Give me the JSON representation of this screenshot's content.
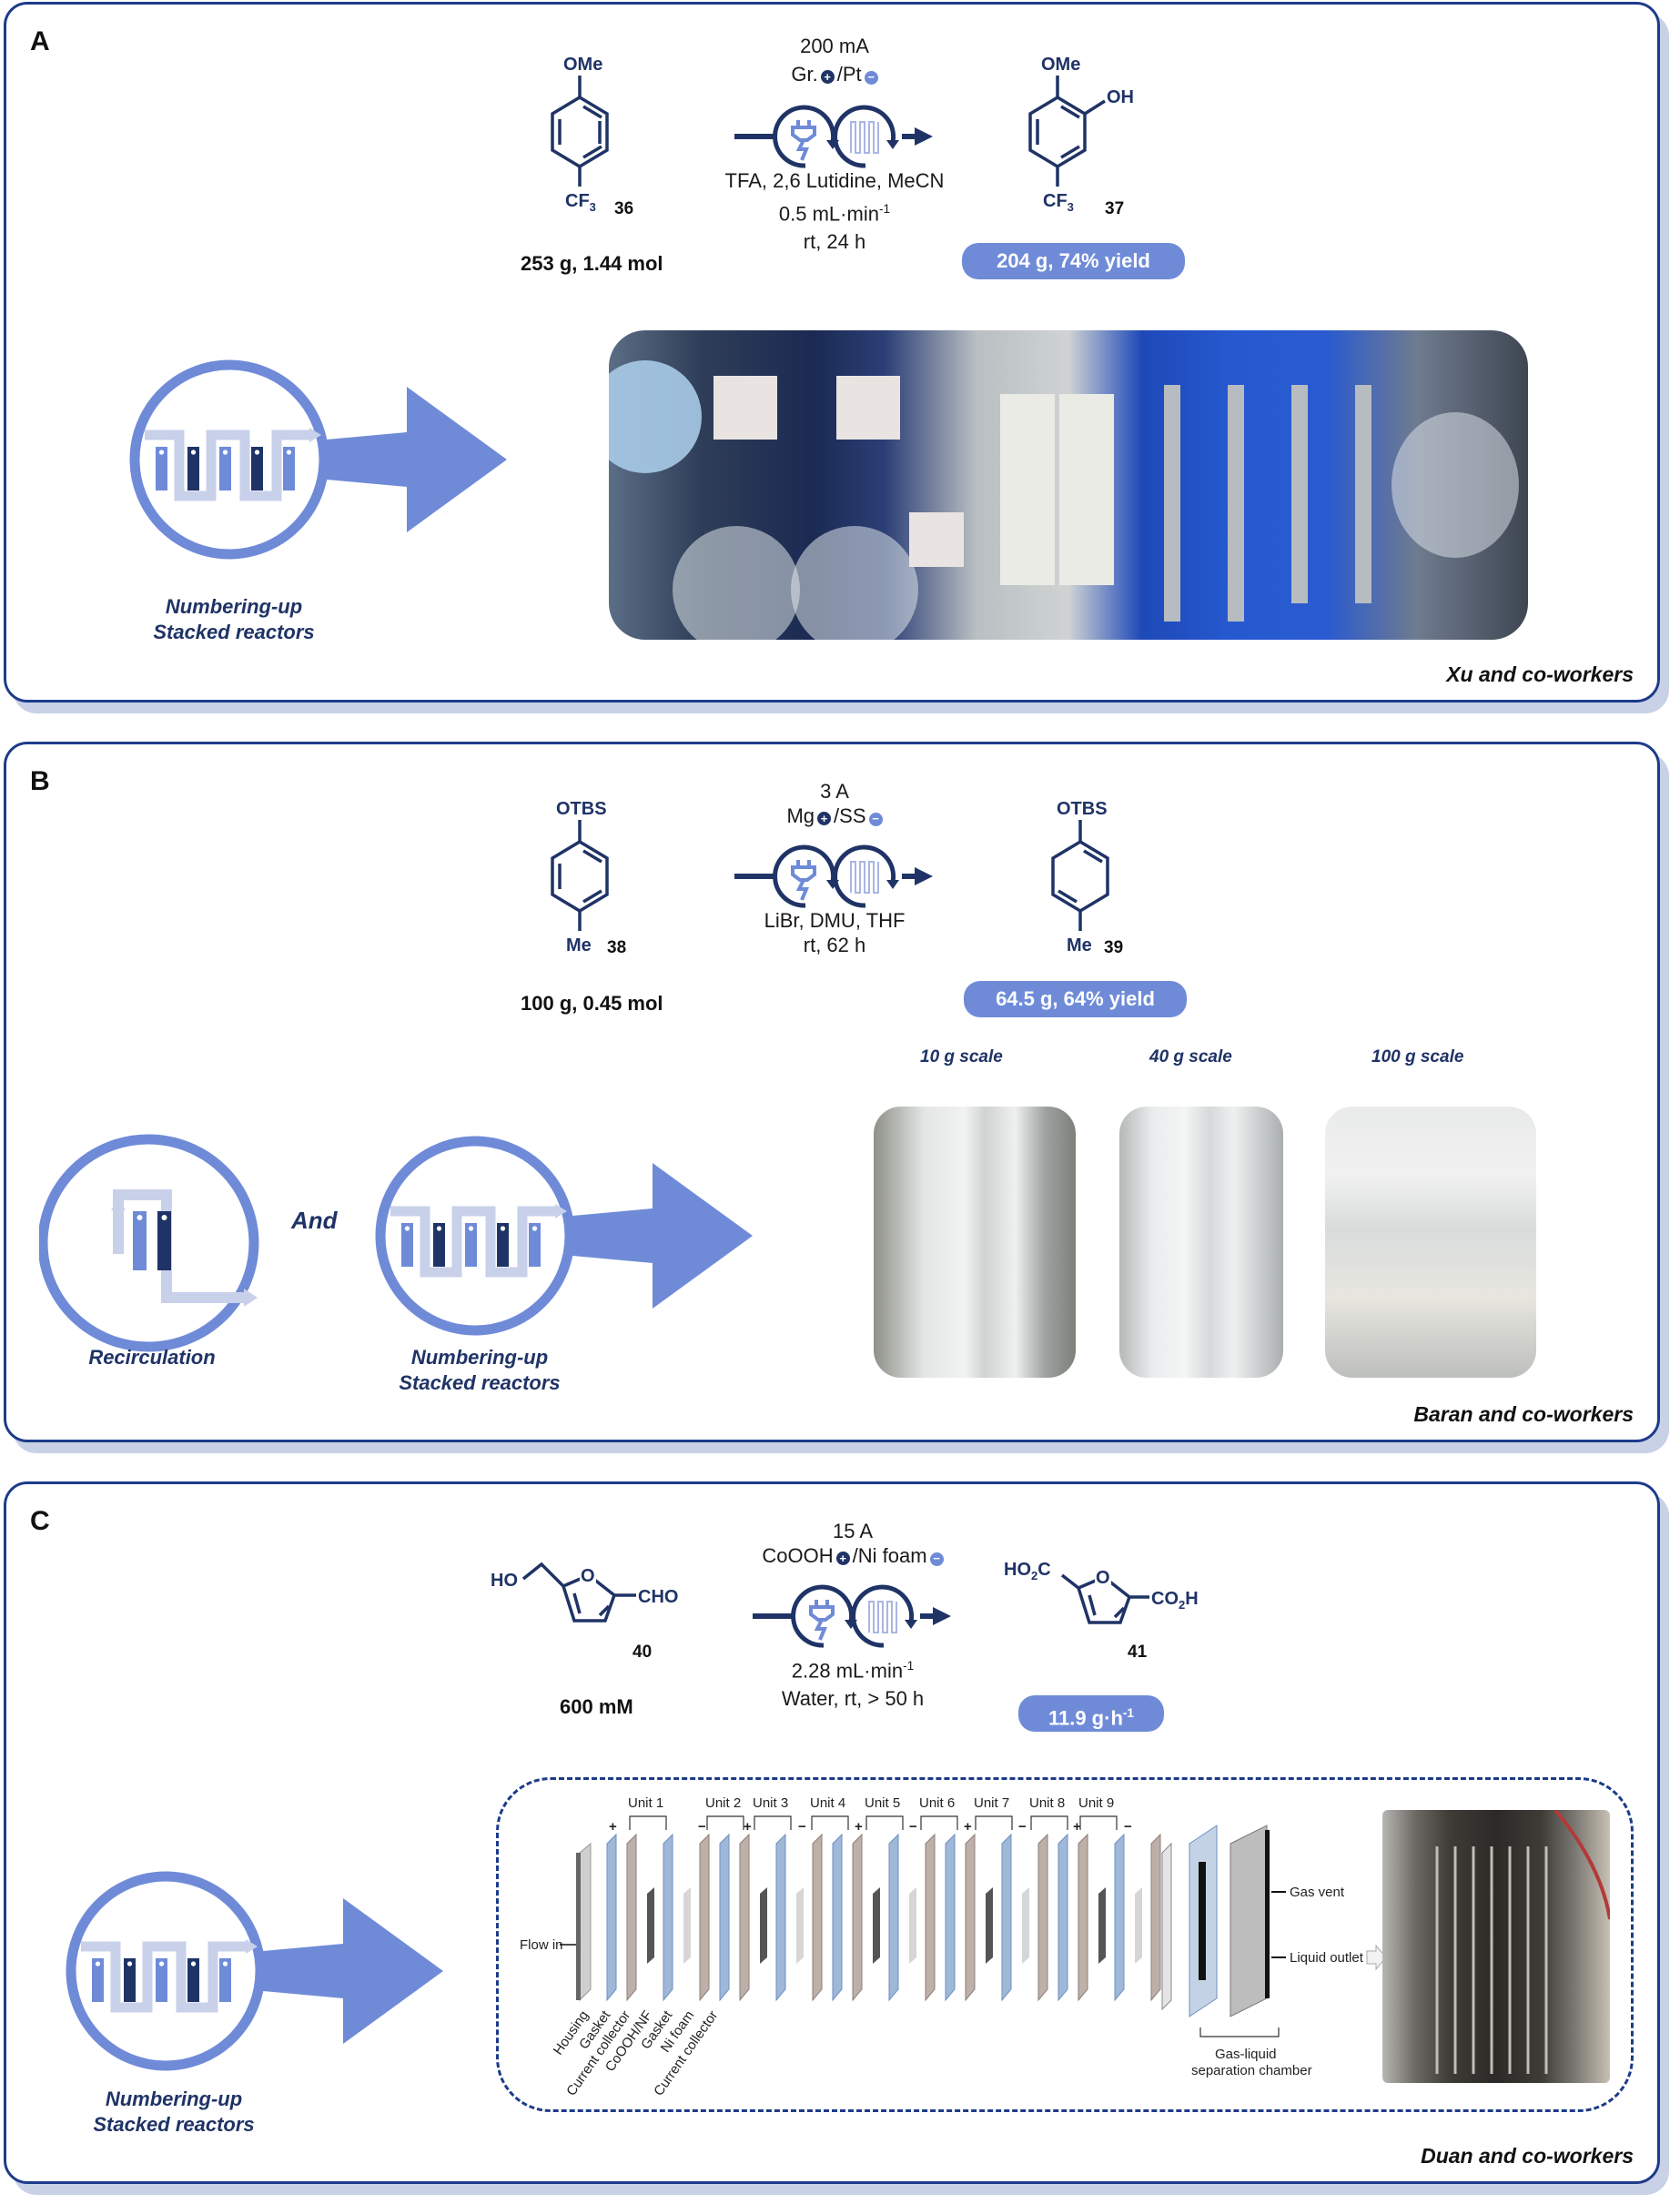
{
  "panels": {
    "A": {
      "label": "A",
      "credit": "Xu and co-workers",
      "reactant": {
        "substituent_top": "OMe",
        "substituent_bottom": "CF3",
        "id": "36",
        "amount": "253 g, 1.44 mol"
      },
      "product": {
        "substituent_top": "OMe",
        "substituent_side": "OH",
        "substituent_bottom": "CF3",
        "id": "37",
        "yield": "204 g, 74% yield"
      },
      "conditions": {
        "current": "200 mA",
        "electrodes": {
          "anode": "Gr.",
          "cathode": "/Pt"
        },
        "reagents": "TFA, 2,6 Lutidine, MeCN",
        "flow_rate": "0.5 mL·min",
        "flow_rate_exp": "-1",
        "time": "rt, 24 h"
      },
      "strategy": {
        "line1": "Numbering-up",
        "line2": "Stacked reactors"
      },
      "photo": "stacked-reactor-setup-photo"
    },
    "B": {
      "label": "B",
      "credit": "Baran and co-workers",
      "reactant": {
        "substituent_top": "OTBS",
        "substituent_bottom": "Me",
        "id": "38",
        "amount": "100 g, 0.45 mol"
      },
      "product": {
        "substituent_top": "OTBS",
        "substituent_bottom": "Me",
        "id": "39",
        "yield": "64.5 g, 64% yield"
      },
      "conditions": {
        "current": "3 A",
        "electrodes": {
          "anode": "Mg",
          "cathode": "/SS"
        },
        "reagents": "LiBr, DMU, THF",
        "time": "rt, 62 h"
      },
      "strategies": [
        {
          "label": "Recirculation"
        },
        {
          "line1": "Numbering-up",
          "line2": "Stacked reactors"
        }
      ],
      "connector": "And",
      "scales": [
        "10 g scale",
        "40 g scale",
        "100 g scale"
      ]
    },
    "C": {
      "label": "C",
      "credit": "Duan and co-workers",
      "reactant": {
        "left": "HO",
        "ring_atom": "O",
        "right": "CHO",
        "id": "40",
        "amount": "600 mM"
      },
      "product": {
        "left": "HO2C",
        "ring_atom": "O",
        "right": "CO2H",
        "id": "41",
        "yield": "11.9 g·h",
        "yield_exp": "-1"
      },
      "conditions": {
        "current": "15 A",
        "electrodes": {
          "anode": "CoOOH",
          "cathode": "/Ni foam"
        },
        "flow_rate": "2.28 mL·min",
        "flow_rate_exp": "-1",
        "time": "Water, rt, > 50 h"
      },
      "strategy": {
        "line1": "Numbering-up",
        "line2": "Stacked reactors"
      },
      "diagram": {
        "units": [
          "Unit 1",
          "Unit 2",
          "Unit 3",
          "Unit 4",
          "Unit 5",
          "Unit 6",
          "Unit 7",
          "Unit 8",
          "Unit 9"
        ],
        "polarity": [
          "+",
          "−",
          "+",
          "−",
          "+",
          "−",
          "+",
          "−",
          "+",
          "−"
        ],
        "flow_in": "Flow in",
        "gas_vent": "Gas vent",
        "liquid_outlet": "Liquid outlet",
        "chamber_line1": "Gas-liquid",
        "chamber_line2": "separation chamber",
        "component_labels": [
          "Housing",
          "Gasket",
          "Current collector",
          "CoOOH/NF",
          "Gasket",
          "Ni foam",
          "Current collector"
        ]
      }
    }
  },
  "colors": {
    "navy": "#1f3366",
    "border": "#1d3b8a",
    "accent": "#6f8bd8",
    "light_accent": "#c9d0ea",
    "plus_red": "#8b2a2a"
  }
}
